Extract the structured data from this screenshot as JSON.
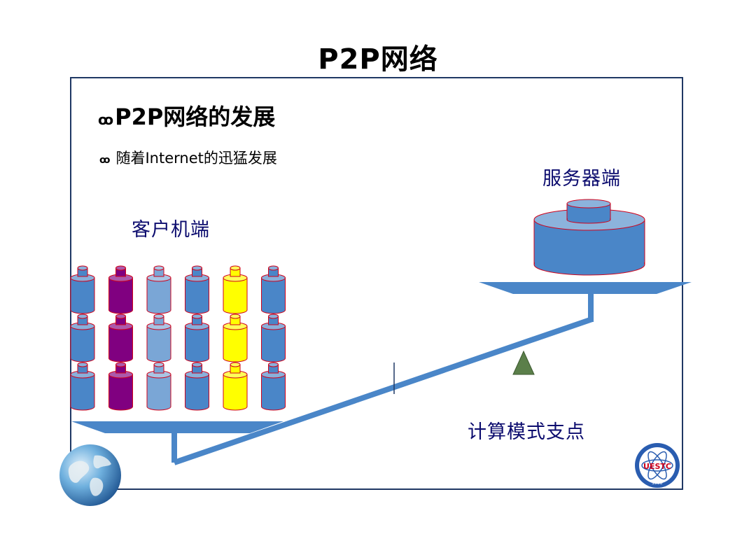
{
  "slide": {
    "title": "P2P网络",
    "heading": "P2P网络的发展",
    "bullet": "随着Internet的迅猛发展",
    "bullet_icon": "ꝏ"
  },
  "diagram": {
    "labels": {
      "server": "服务器端",
      "client": "客户机端",
      "fulcrum": "计算模式支点"
    },
    "client_grid": {
      "rows": 3,
      "columns": 6,
      "column_colors": [
        "#4a86c8",
        "#800080",
        "#7aa6d6",
        "#4a86c8",
        "#ffff00",
        "#4a86c8"
      ]
    },
    "server_color": "#4a86c8",
    "beam_color": "#4a86c8",
    "fulcrum_color": "#5b7f4a"
  },
  "logo": {
    "text": "UESTC",
    "year": "1956"
  }
}
